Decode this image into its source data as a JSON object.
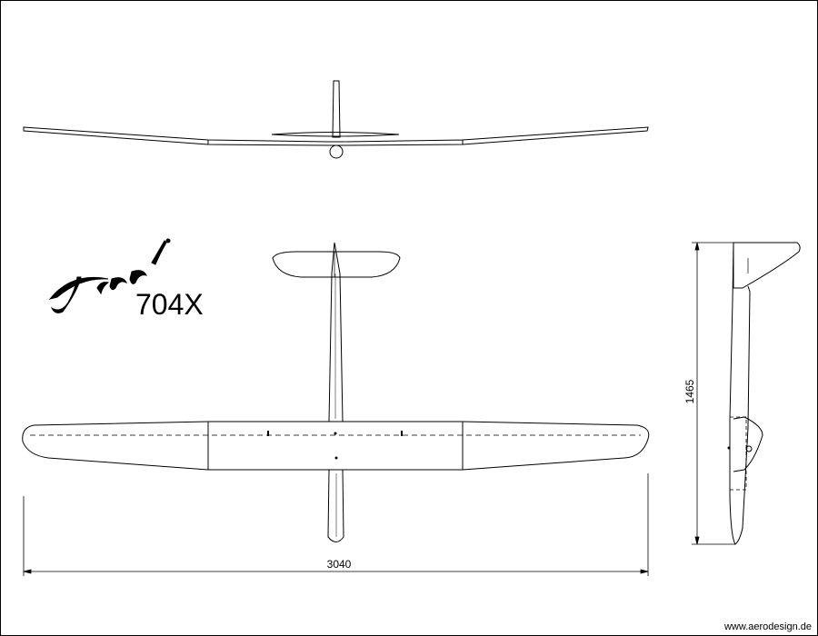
{
  "logo": {
    "script_text": "Tragi",
    "model": "704X"
  },
  "dimensions": {
    "span": "3040",
    "length": "1465"
  },
  "credit": "www.aerodesign.de"
}
